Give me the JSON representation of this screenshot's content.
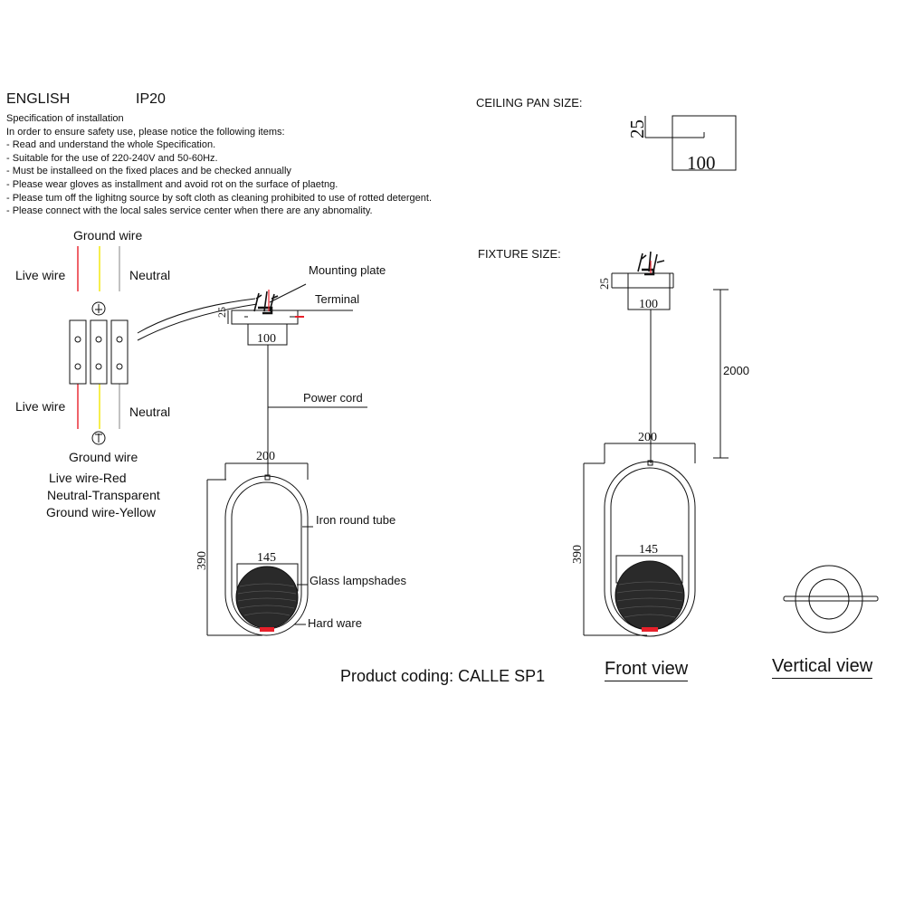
{
  "header": {
    "language": "ENGLISH",
    "ip_rating": "IP20"
  },
  "specification": {
    "title": "Specification of installation",
    "lines": [
      "In order to ensure safety use, please notice the following items:",
      "- Read and understand the whole Specification.",
      "- Suitable for the use of 220-240V and 50-60Hz.",
      "- Must be installeed on the fixed places and be checked annually",
      "- Please wear gloves as installment and avoid rot on the surface of plaetng.",
      "- Please tum off the lighitng source by soft cloth as cleaning prohibited to use of rotted detergent.",
      "- Please connect with the local sales service center when there are any abnomality."
    ]
  },
  "wiring": {
    "ground_top": "Ground wire",
    "live_top": "Live wire",
    "neutral_top": "Neutral",
    "live_bottom": "Live wire",
    "neutral_bottom": "Neutral",
    "ground_bottom": "Ground wire",
    "legend": [
      "Live wire-Red",
      "Neutral-Transparent",
      "Ground wire-Yellow"
    ],
    "colors": {
      "live": "#e8202a",
      "ground": "#f2e600",
      "neutral": "#999999"
    }
  },
  "left_drawing": {
    "mounting_plate": "Mounting plate",
    "terminal": "Terminal",
    "power_cord": "Power cord",
    "iron_round_tube": "Iron round tube",
    "glass_lampshades": "Glass lampshades",
    "hard_ware": "Hard ware",
    "dim_plate_h": "25",
    "dim_plate_w": "100",
    "dim_width": "200",
    "dim_height": "390",
    "dim_shade": "145"
  },
  "ceiling_pan": {
    "label": "CEILING PAN  SIZE:",
    "dim_h": "25",
    "dim_w": "100"
  },
  "fixture": {
    "label": "FIXTURE SIZE:",
    "dim_plate_h": "25",
    "dim_plate_w": "100",
    "dim_cord": "2000",
    "dim_width": "200",
    "dim_height": "390",
    "dim_shade": "145"
  },
  "product_coding": "Product coding: CALLE SP1",
  "front_view": "Front view",
  "vertical_view": "Vertical view"
}
